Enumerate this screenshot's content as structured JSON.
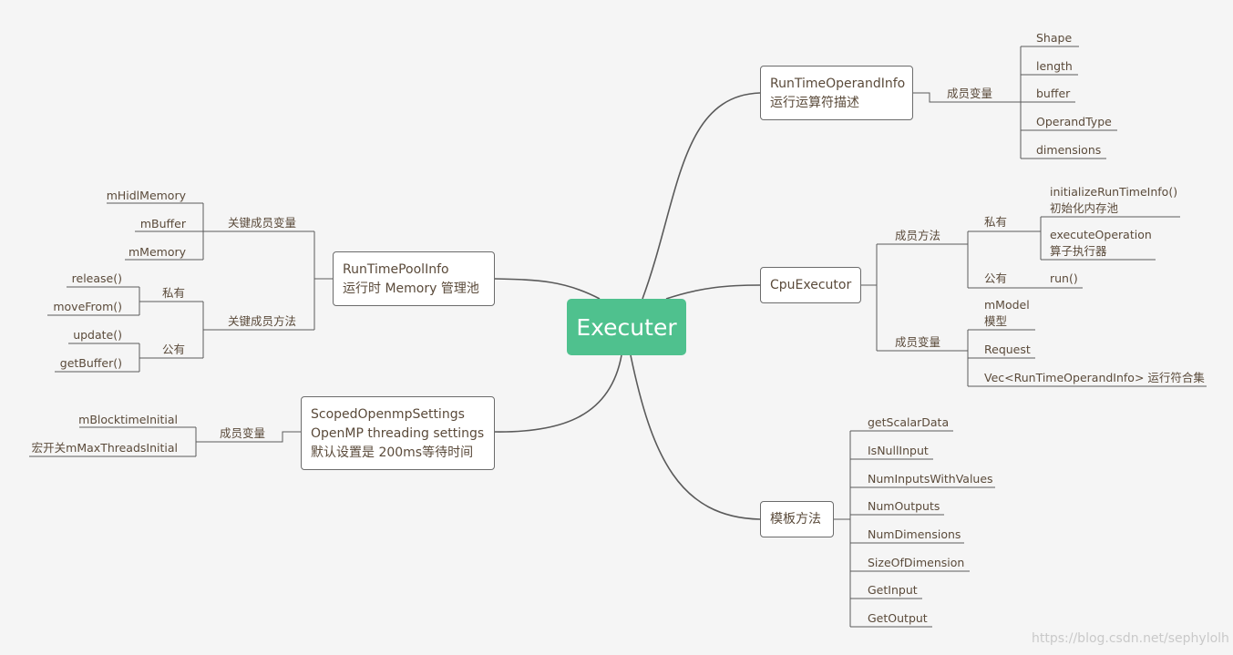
{
  "root": {
    "label": "Executer"
  },
  "runtime_operand_info": {
    "title": "RunTimeOperandInfo",
    "subtitle": "运行运算符描述",
    "group": "成员变量",
    "fields": [
      "Shape",
      "length",
      "buffer",
      "OperandType",
      "dimensions"
    ]
  },
  "cpu_executor": {
    "title": "CpuExecutor",
    "methods_label": "成员方法",
    "private_label": "私有",
    "private_items": [
      {
        "line1": "initializeRunTimeInfo()",
        "line2": "初始化内存池"
      },
      {
        "line1": "executeOperation",
        "line2": "算子执行器"
      }
    ],
    "public_label": "公有",
    "public_item": "run()",
    "members_label": "成员变量",
    "members": [
      {
        "line1": "mModel",
        "line2": "模型"
      },
      {
        "line1": "Request"
      },
      {
        "line1": "Vec<RunTimeOperandInfo> 运行符合集"
      }
    ]
  },
  "template_methods": {
    "title": "模板方法",
    "items": [
      "getScalarData",
      "IsNullInput",
      "NumInputsWithValues",
      "NumOutputs",
      "NumDimensions",
      "SizeOfDimension",
      "GetInput",
      "GetOutput"
    ]
  },
  "runtime_pool_info": {
    "title": "RunTimePoolInfo",
    "subtitle": "运行时 Memory 管理池",
    "key_members_label": "关键成员变量",
    "key_members": [
      "mHidlMemory",
      "mBuffer",
      "mMemory"
    ],
    "key_methods_label": "关键成员方法",
    "private_label": "私有",
    "private_items": [
      "release()",
      "moveFrom()"
    ],
    "public_label": "公有",
    "public_items": [
      "update()",
      "getBuffer()"
    ]
  },
  "scoped_openmp": {
    "line1": "ScopedOpenmpSettings",
    "line2": "OpenMP threading settings",
    "line3": "默认设置是 200ms等待时间",
    "group": "成员变量",
    "items": [
      "mBlocktimeInitial",
      "宏开关mMaxThreadsInitial"
    ]
  },
  "watermark": "https://blog.csdn.net/sephylolh",
  "colors": {
    "root": "#4fc18e",
    "line": "#5a5a5a",
    "text": "#5a4a3a"
  }
}
